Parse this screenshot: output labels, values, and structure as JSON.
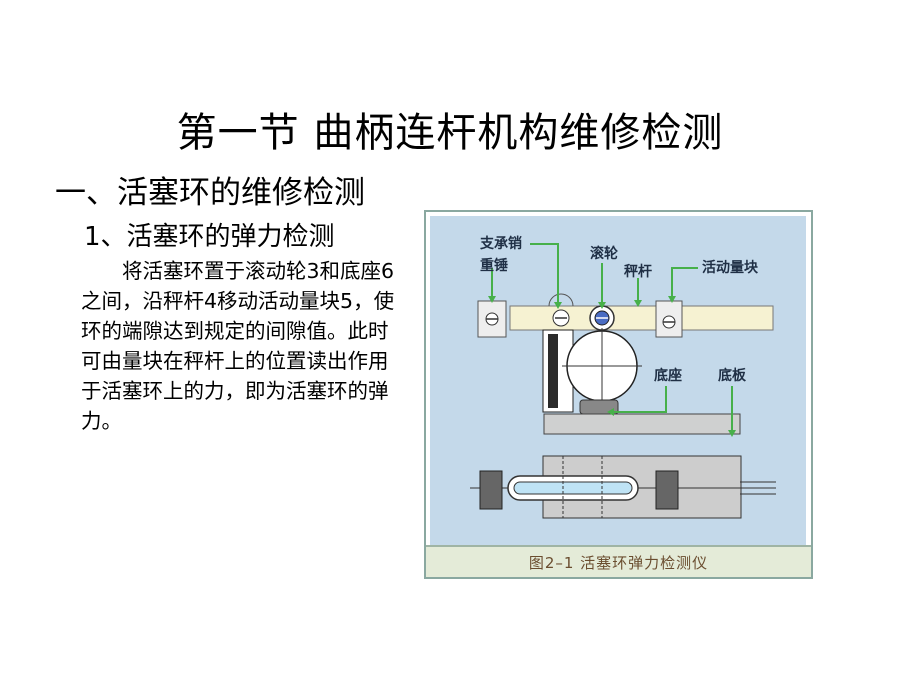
{
  "title": "第一节   曲柄连杆机构维修检测",
  "section_heading": "一、活塞环的维修检测",
  "subsection_heading": "1、活塞环的弹力检测",
  "paragraph": "将活塞环置于滚动轮3和底座6之间，沿秤杆4移动活动量块5，使环的端隙达到规定的间隙值。此时可由量块在秤杆上的位置读出作用于活塞环上的力，即为活塞环的弹力。",
  "figure": {
    "labels": {
      "support_pin": "支承销",
      "weight": "重锤",
      "roller": "滚轮",
      "lever": "秤杆",
      "movable_block": "活动量块",
      "base": "底座",
      "base_plate": "底板"
    },
    "caption": "图2–1  活塞环弹力检测仪",
    "colors": {
      "background": "#c4d9ea",
      "leader": "#47b04a",
      "caption_bg": "#e4ebd8",
      "caption_text": "#6a4d2f"
    }
  }
}
